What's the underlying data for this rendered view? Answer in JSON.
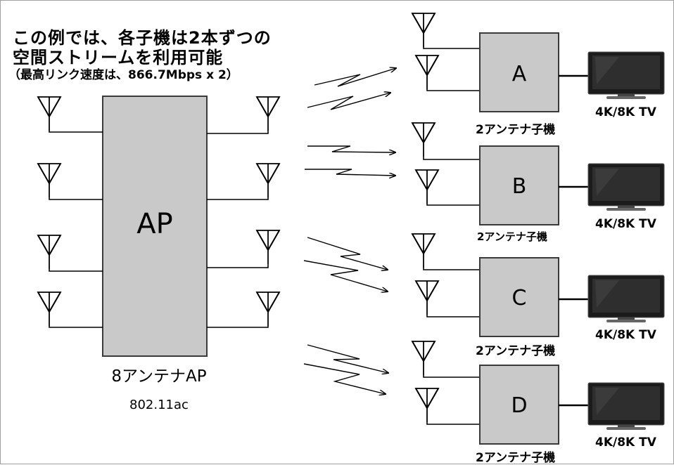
{
  "header": {
    "line1": "この例では、各子機は2本ずつの",
    "line2": "空間ストリームを利用可能",
    "line3": "（最高リンク速度は、866.7Mbps x 2）"
  },
  "ap": {
    "box_label": "AP",
    "caption": "8アンテナAP",
    "standard": "802.11ac"
  },
  "clients": [
    {
      "id": "A",
      "caption": "2アンテナ子機",
      "tv_label": "4K/8K TV"
    },
    {
      "id": "B",
      "caption": "2アンテナ子機",
      "tv_label": "4K/8K TV"
    },
    {
      "id": "C",
      "caption": "2アンテナ子機",
      "tv_label": "4K/8K TV"
    },
    {
      "id": "D",
      "caption": "2アンテナ子機",
      "tv_label": "4K/8K TV"
    }
  ],
  "colors": {
    "box_fill": "#c9c9c9",
    "box_stroke": "#3a3a3a",
    "line": "#000000"
  }
}
